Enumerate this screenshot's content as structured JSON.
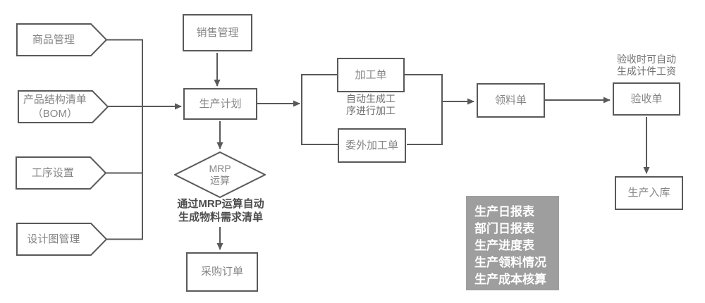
{
  "nodes": {
    "product_mgmt": "商品管理",
    "bom_line1": "产品结构清单",
    "bom_line2": "（BOM）",
    "process_setup": "工序设置",
    "design_mgmt": "设计图管理",
    "sales_mgmt": "销售管理",
    "production_plan": "生产计划",
    "mrp_line1": "MRP",
    "mrp_line2": "运算",
    "purchase_order": "采购订单",
    "work_order": "加工单",
    "outsource_order": "委外加工单",
    "material_req": "领料单",
    "acceptance": "验收单",
    "production_inbound": "生产入库"
  },
  "annotations": {
    "auto_process_line1": "自动生成工",
    "auto_process_line2": "序进行加工",
    "mrp_note_line1": "通过MRP运算自动",
    "mrp_note_line2": "生成物料需求清单",
    "acceptance_note_line1": "验收时可自动",
    "acceptance_note_line2": "生成计件工资"
  },
  "reports": {
    "items": [
      "生产日报表",
      "部门日报表",
      "生产进度表",
      "生产领料情况",
      "生产成本核算"
    ]
  },
  "colors": {
    "line": "#595959",
    "node_text": "#858585",
    "report_bg": "#9e9e9e",
    "report_text": "#ffffff"
  }
}
